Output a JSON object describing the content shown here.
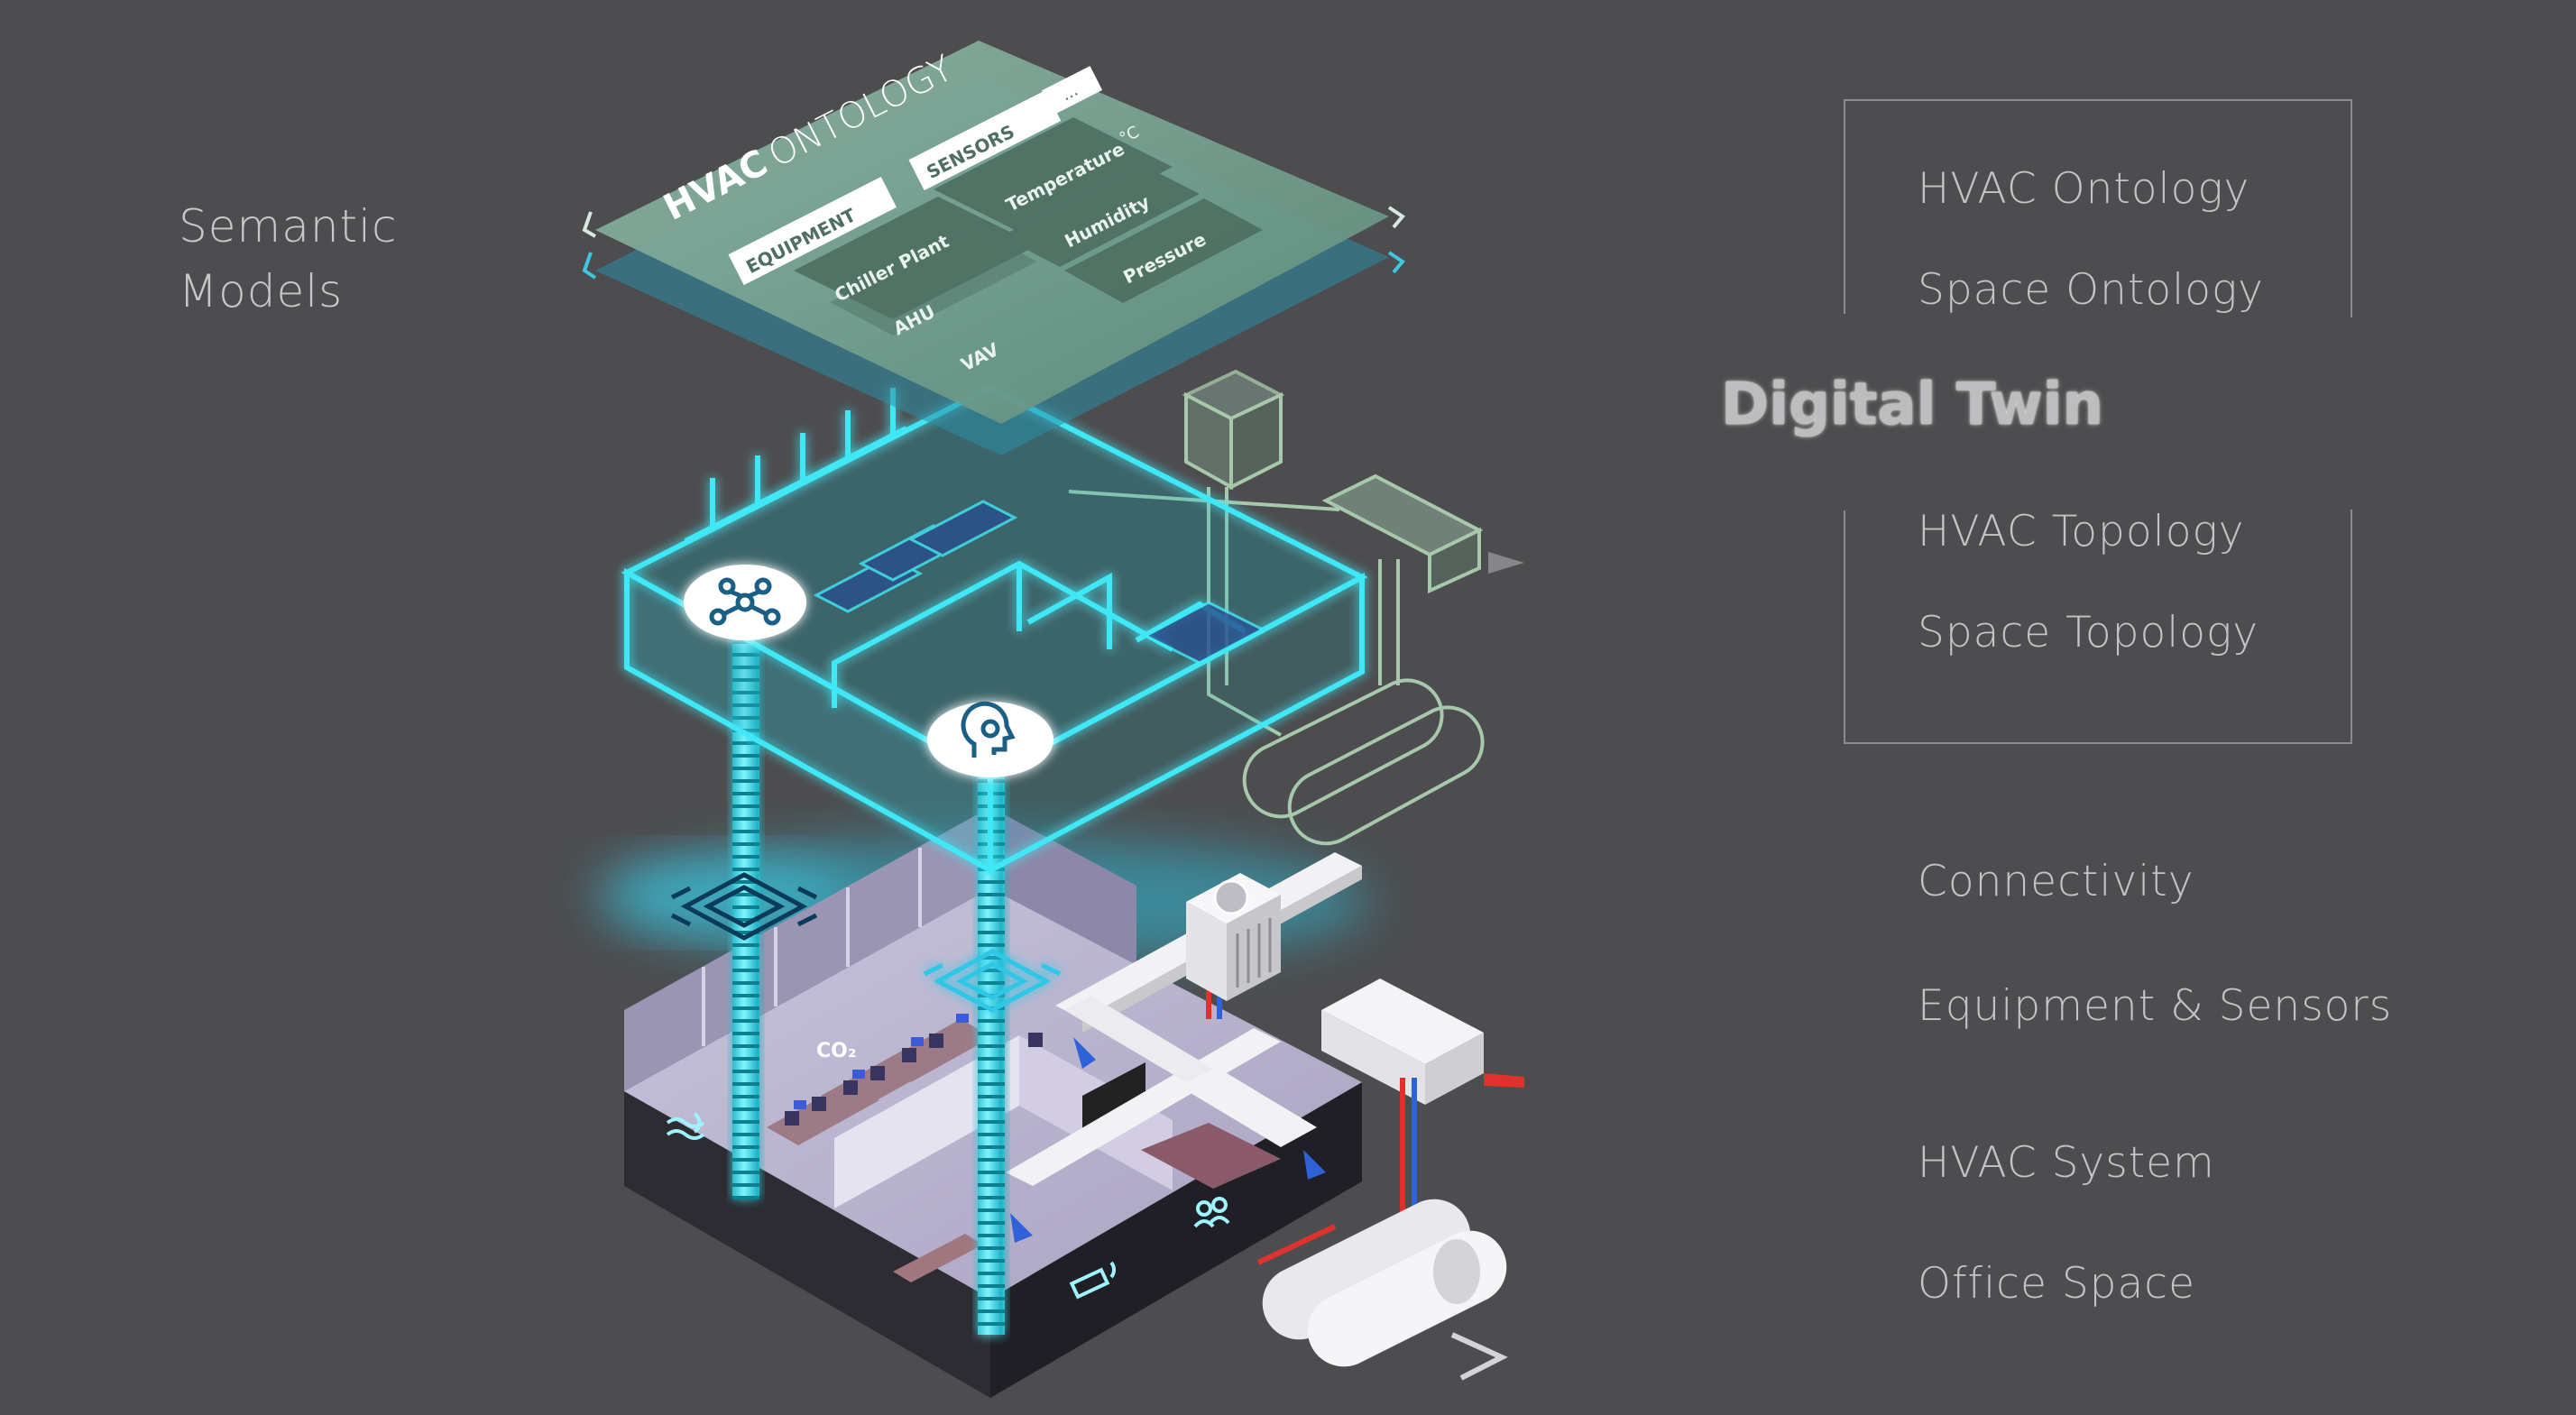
{
  "left_label": {
    "line1": "Semantic",
    "line2": "Models"
  },
  "digital_twin": {
    "title": "Digital Twin",
    "items": [
      "HVAC Ontology",
      "Space Ontology",
      "HVAC Topology",
      "Space Topology"
    ]
  },
  "layers": [
    "Connectivity",
    "Equipment & Sensors",
    "HVAC System",
    "Office Space"
  ],
  "ontology_panel": {
    "title_bold": "HVAC",
    "title_light": "ONTOLOGY",
    "equipment_header": "EQUIPMENT",
    "equipment_items": [
      "Chiller Plant",
      "AHU",
      "VAV"
    ],
    "sensors_header": "SENSORS",
    "sensor_items": [
      "Temperature",
      "Humidity",
      "Pressure"
    ],
    "unit": "°C",
    "ellipsis": "..."
  },
  "sensor_tags": {
    "co2": "CO₂"
  },
  "colors": {
    "background": "#4d4d4f",
    "label": "#c6c6c8",
    "glow_cyan": "#3fe8f5",
    "panel_green": "#7fa896",
    "floor_lavender": "#b9b3cf",
    "duct_red": "#e0322c",
    "duct_blue": "#2f62d8"
  },
  "icons": [
    "network-icon",
    "ai-head-icon",
    "chip-icon",
    "wind-sensor-icon",
    "co2-sensor-icon",
    "camera-sensor-icon",
    "people-sensor-icon",
    "rooftop-unit-icon",
    "chiller-tank-icon",
    "ahu-box-icon"
  ]
}
